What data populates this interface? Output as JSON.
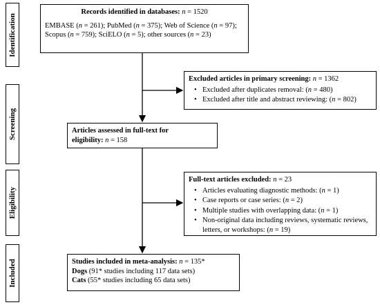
{
  "stages": {
    "identification": "Identification",
    "screening": "Screening",
    "eligibility": "Eligibility",
    "included": "Included"
  },
  "records_box": {
    "title": "Records identified in databases:",
    "n": "= 1520",
    "line1a": "EMBASE (",
    "line1": "= 261); PubMed (",
    "line1b": "= 375); Web of Science (",
    "line1c": "= 97);",
    "line2a": "Scopus (",
    "line2b": "= 759); SciELO (",
    "line2c": "= 5); other sources (",
    "line2d": "= 23)"
  },
  "excluded_primary": {
    "title": "Excluded articles in primary screening:",
    "n": "= 1362",
    "items": [
      {
        "label": "Excluded after duplicates removal: (",
        "value": "= 480)"
      },
      {
        "label": "Excluded after title and abstract reviewing: (",
        "value": "= 802)"
      }
    ]
  },
  "fulltext_box": {
    "title_line1": "Articles assessed in full-text for",
    "title_line2": "eligibility:",
    "n": "= 158"
  },
  "fulltext_excluded": {
    "title": "Full-text articles excluded:",
    "n": "= 23",
    "items": [
      {
        "label": "Articles evaluating diagnostic methods: (",
        "value": "= 1)"
      },
      {
        "label": "Case reports or case series: (",
        "value": "= 2)"
      },
      {
        "label": "Multiple studies with overlapping data: (",
        "value": "= 1)"
      },
      {
        "label": "Non-original data including reviews, systematic reviews, letters, or workshops: (",
        "value": "= 19)"
      }
    ]
  },
  "included_box": {
    "title": "Studies included in meta-analysis:",
    "n": "= 135*",
    "dogs_label": "Dogs",
    "dogs_text": "(91* studies including 117 data sets)",
    "cats_label": "Cats",
    "cats_text": "(55* studies including 65 data sets)"
  },
  "n_symbol": "n"
}
